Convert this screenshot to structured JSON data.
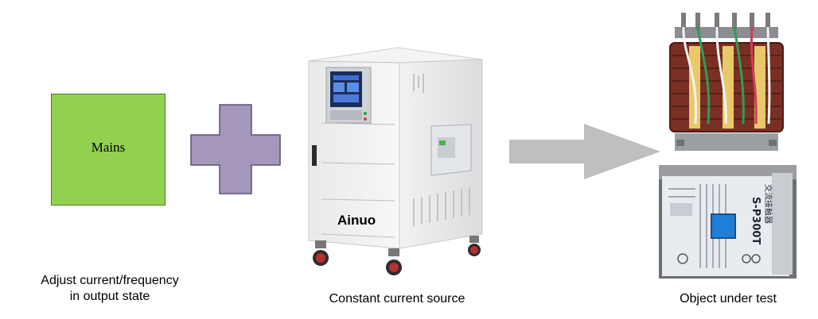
{
  "nodes": {
    "mains": {
      "label": "Mains"
    },
    "source": {
      "brand": "Ainuo",
      "caption": "Constant current source"
    },
    "object": {
      "caption": "Object under test",
      "nameplate_model": "S-P300T",
      "nameplate_title": "交流接触器"
    }
  },
  "captions": {
    "left_line1": "Adjust current/frequency",
    "left_line2": "in output state"
  },
  "colors": {
    "mains_fill": "#92d050",
    "plus_fill": "#a497bb",
    "arrow_fill": "#bfbfbf"
  },
  "icons": {
    "plus": "plus-icon",
    "arrow": "right-arrow-icon"
  }
}
